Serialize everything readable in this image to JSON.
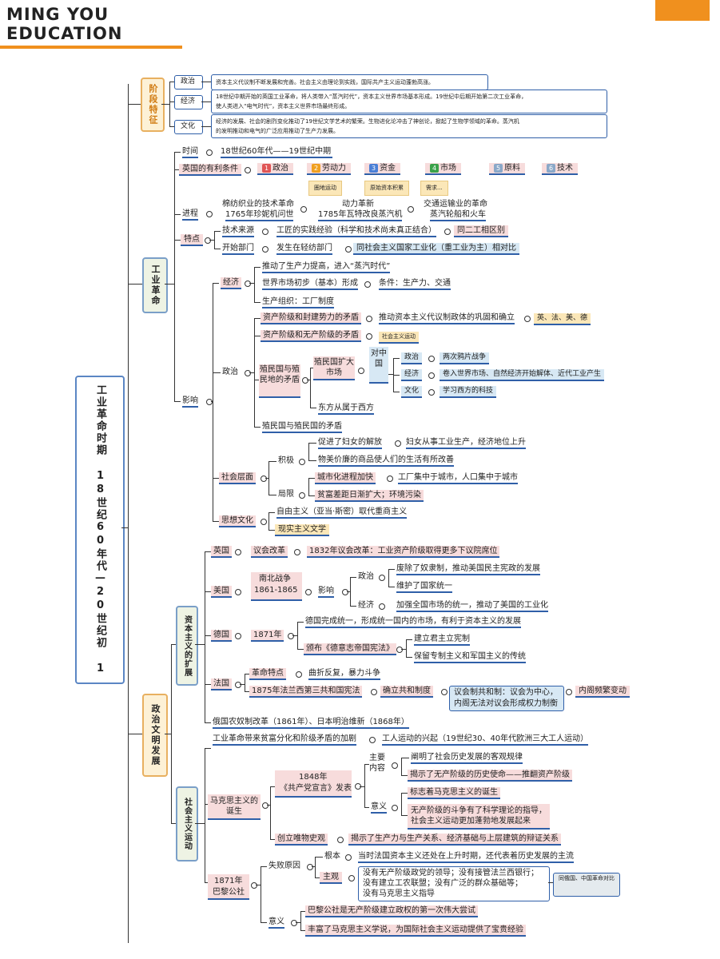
{
  "brand": {
    "line1": "MING YOU",
    "line2": "EDUCATION"
  },
  "root": "工业革命时期 18世纪60年代—20世纪初 1",
  "stage": {
    "label": "阶段特征",
    "politics_label": "政治",
    "politics": "资本主义代议制不断发展和完善。社会主义由理论到实践，国际共产主义运动蓬勃高涨。",
    "economy_label": "经济",
    "economy_1": "18世纪中期开始的英国工业革命，将人类带入“蒸汽时代”，资本主义世界市场基本形成。19世纪中后期开始第二次工业革命，",
    "economy_2": "使人类进入“电气时代”，资本主义世界市场最终形成。",
    "culture_label": "文化",
    "culture_1": "经济的发展、社会的剧烈变化推动了19世纪文学艺术的繁荣。生物进化论冲击了神创论，掀起了生物学领域的革命。蒸汽机",
    "culture_2": "的发明推动和电气的广泛应用推动了生产力发展。"
  },
  "industrial": {
    "label": "工业革命",
    "time_label": "时间",
    "time": "18世纪60年代——19世纪中期",
    "conditions_label": "英国的有利条件",
    "conditions": [
      {
        "n": "1",
        "label": "政治",
        "color": "#e05555"
      },
      {
        "n": "2",
        "label": "劳动力",
        "color": "#f0a020"
      },
      {
        "n": "3",
        "label": "资金",
        "color": "#4a7fd6"
      },
      {
        "n": "4",
        "label": "市场",
        "color": "#3aa24a"
      },
      {
        "n": "5",
        "label": "原料",
        "color": "#8aa8c8"
      },
      {
        "n": "6",
        "label": "技术",
        "color": "#8aa8c8"
      }
    ],
    "notes": [
      "圈地运动",
      "原始资本积累",
      "需求..."
    ],
    "process_label": "进程",
    "process": [
      {
        "a": "棉纺织业的技术革命",
        "b": "1765年珍妮机问世"
      },
      {
        "a": "动力革新",
        "b": "1785年瓦特改良蒸汽机"
      },
      {
        "a": "交通运输业的革命",
        "b": "蒸汽轮船和火车"
      }
    ],
    "features_label": "特点",
    "tech_source": "技术来源",
    "tech_source_val": "工匠的实践经验（科学和技术尚未真正结合）",
    "tech_source_cmp": "同二工相区别",
    "start_dept": "开始部门",
    "start_dept_val": "发生在轻纺部门",
    "start_dept_cmp": "同社会主义国家工业化（重工业为主）相对比",
    "impact_label": "影响",
    "econ_label": "经济",
    "econ_1": "推动了生产力提高，进入“蒸汽时代”",
    "econ_2": "世界市场初步（基本）形成",
    "econ_2_cond": "条件：生产力、交通",
    "econ_3": "生产组织：工厂制度",
    "pol_label": "政治",
    "pol_1": "资产阶级和封建势力的矛盾",
    "pol_1b": "推动资本主义代议制政体的巩固和确立",
    "pol_1c": "英、法、美、德",
    "pol_2": "资产阶级和无产阶级的矛盾",
    "pol_2b": "社会主义运动",
    "pol_3": "殖民国与殖民地的矛盾",
    "pol_3a": "殖民国扩大市场",
    "pol_3b": "对中国",
    "pol_3_items": [
      {
        "k": "政治",
        "v": "两次鸦片战争"
      },
      {
        "k": "经济",
        "v": "卷入世界市场、自然经济开始解体、近代工业产生"
      },
      {
        "k": "文化",
        "v": "学习西方的科技"
      }
    ],
    "pol_3c": "东方从属于西方",
    "pol_4": "殖民国与殖民国的矛盾",
    "soc_label": "社会层面",
    "soc_pos": "积极",
    "soc_pos_1": "促进了妇女的解放",
    "soc_pos_1b": "妇女从事工业生产，经济地位上升",
    "soc_pos_2": "物美价廉的商品使人们的生活有所改善",
    "soc_neg": "局限",
    "soc_neg_1": "城市化进程加快",
    "soc_neg_1b": "工厂集中于城市，人口集中于城市",
    "soc_neg_2": "贫富差距日渐扩大；环境污染",
    "thought_label": "思想文化",
    "thought_1": "自由主义（亚当·斯密）取代重商主义",
    "thought_2": "现实主义文学"
  },
  "political": {
    "label": "政治文明发展",
    "capital_label": "资本主义的扩展",
    "uk": "英国",
    "uk_1": "议会改革",
    "uk_2": "1832年议会改革：工业资产阶级取得更多下议院席位",
    "us": "美国",
    "us_war": "南北战争",
    "us_years": "1861-1865",
    "us_impact": "影响",
    "us_pol": "政治",
    "us_pol_1": "废除了奴隶制，推动美国民主宪政的发展",
    "us_pol_2": "维护了国家统一",
    "us_econ": "经济",
    "us_econ_1": "加强全国市场的统一，推动了美国的工业化",
    "de": "德国",
    "de_year": "1871年",
    "de_1": "德国完成统一，形成统一国内的市场，有利于资本主义的发展",
    "de_2": "颁布《德意志帝国宪法》",
    "de_2a": "建立君主立宪制",
    "de_2b": "保留专制主义和军国主义的传统",
    "fr": "法国",
    "fr_feat": "革命特点",
    "fr_feat_v": "曲折反复，暴力斗争",
    "fr_const": "1875年法兰西第三共和国宪法",
    "fr_rep": "确立共和制度",
    "fr_rep_1": "议会制共和制：议会为中心，",
    "fr_rep_2": "内阁无法对议会形成权力制衡",
    "fr_rep_3": "内阁频繁变动",
    "ru_jp": "俄国农奴制改革（1861年）、日本明治维新（1868年）",
    "soc_label": "社会主义运动",
    "soc_1": "工业革命带来贫富分化和阶级矛盾的加剧",
    "soc_1b": "工人运动的兴起（19世纪30、40年代欧洲三大工人运动）",
    "marx_label": "马克思主义的诞生",
    "manifesto_1": "1848年",
    "manifesto_2": "《共产党宣言》发表",
    "content_label": "主要内容",
    "content_1": "阐明了社会历史发展的客观规律",
    "content_2": "揭示了无产阶级的历史使命——推翻资产阶级",
    "meaning_label": "意义",
    "meaning_1": "标志着马克思主义的诞生",
    "meaning_2a": "无产阶级的斗争有了科学理论的指导，",
    "meaning_2b": "社会主义运动更加蓬勃地发展起来",
    "materialism": "创立唯物史观",
    "materialism_v": "揭示了生产力与生产关系、经济基础与上层建筑的辩证关系",
    "paris_1": "1871年",
    "paris_2": "巴黎公社",
    "fail_label": "失败原因",
    "root_label": "根本",
    "root_v": "当时法国资本主义还处在上升时期，还代表着历史发展的主流",
    "subj_label": "主观",
    "subj_1": "没有无产阶级政党的领导；没有接管法兰西银行；",
    "subj_2": "没有建立工农联盟；没有广泛的群众基础等；",
    "subj_3": "没有马克思主义指导",
    "subj_cmp": "同俄国、中国革命对比",
    "paris_mean": "意义",
    "paris_mean_1": "巴黎公社是无产阶级建立政权的第一次伟大尝试",
    "paris_mean_2": "丰富了马克思主义学说，为国际社会主义运动提供了宝贵经验"
  }
}
